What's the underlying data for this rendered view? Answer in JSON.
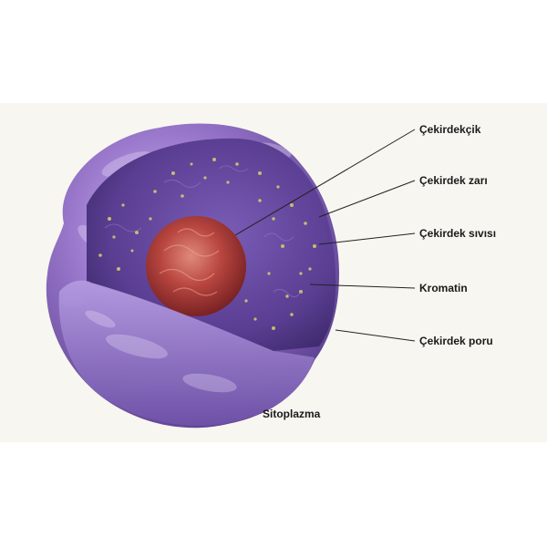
{
  "labels": {
    "nucleolus": "Çekirdekçik",
    "nuclear_envelope": "Çekirdek zarı",
    "nucleoplasm": "Çekirdek sıvısı",
    "chromatin": "Kromatin",
    "nuclear_pore": "Çekirdek poru",
    "cytoplasm": "Sitoplazma"
  },
  "colors": {
    "background_panel": "#f7f6f0",
    "nucleus_purple": "#6a4fa0",
    "nucleus_light": "#a98ad4",
    "cut_face": "#5a3d8c",
    "nucleolus_red": "#b03a3a",
    "granules": "#d8d36a",
    "leader_line": "#222222"
  }
}
